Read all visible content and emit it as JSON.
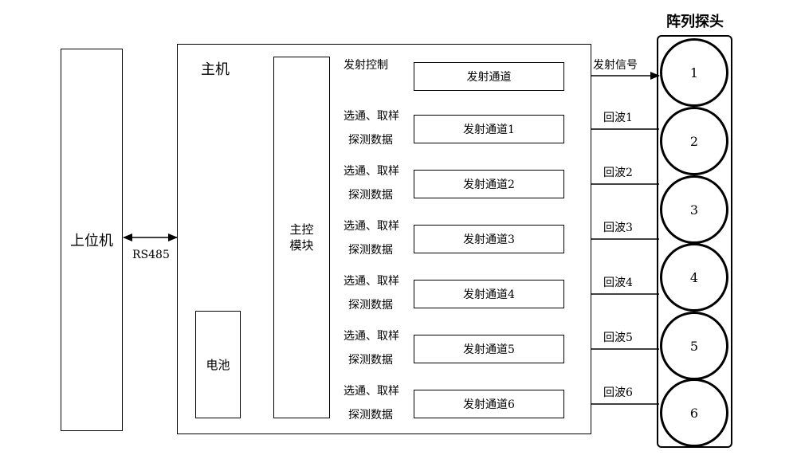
{
  "diagram": {
    "upper_computer": "上位机",
    "rs485": "RS485",
    "host": "主机",
    "main_control": [
      "主控",
      "模块"
    ],
    "battery": "电池",
    "probe_title": "阵列探头",
    "tx_control": "发射控制",
    "tx_channel": "发射通道",
    "tx_signal": "发射信号",
    "channels": [
      {
        "name": "发射通道1",
        "top": "选通、取样",
        "bottom": "探测数据",
        "echo": "回波1"
      },
      {
        "name": "发射通道2",
        "top": "选通、取样",
        "bottom": "探测数据",
        "echo": "回波2"
      },
      {
        "name": "发射通道3",
        "top": "选通、取样",
        "bottom": "探测数据",
        "echo": "回波3"
      },
      {
        "name": "发射通道4",
        "top": "选通、取样",
        "bottom": "探测数据",
        "echo": "回波4"
      },
      {
        "name": "发射通道5",
        "top": "选通、取样",
        "bottom": "探测数据",
        "echo": "回波5"
      },
      {
        "name": "发射通道6",
        "top": "选通、取样",
        "bottom": "探测数据",
        "echo": "回波6"
      }
    ],
    "probes": [
      "1",
      "2",
      "3",
      "4",
      "5",
      "6"
    ]
  }
}
